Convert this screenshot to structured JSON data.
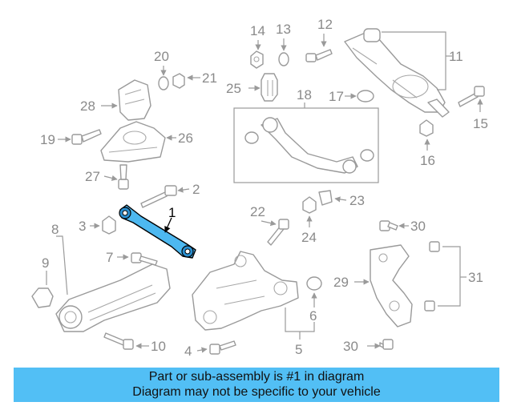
{
  "callouts": {
    "c1": "1",
    "c2": "2",
    "c3": "3",
    "c4": "4",
    "c5": "5",
    "c6": "6",
    "c7": "7",
    "c8": "8",
    "c9": "9",
    "c10": "10",
    "c11": "11",
    "c12": "12",
    "c13": "13",
    "c14": "14",
    "c15": "15",
    "c16": "16",
    "c17": "17",
    "c18": "18",
    "c19": "19",
    "c20": "20",
    "c21": "21",
    "c22": "22",
    "c23": "23",
    "c24": "24",
    "c25": "25",
    "c26": "26",
    "c27": "27",
    "c28": "28",
    "c29": "29",
    "c30a": "30",
    "c30b": "30",
    "c31": "31"
  },
  "highlight_part": "1",
  "colors": {
    "highlight": "#4db8f0",
    "banner": "#52bff5",
    "line_art": "#9a9a9a"
  },
  "banner": {
    "line1": "Part or sub-assembly is #1 in diagram",
    "line2": "Diagram may not be specific to your vehicle"
  }
}
